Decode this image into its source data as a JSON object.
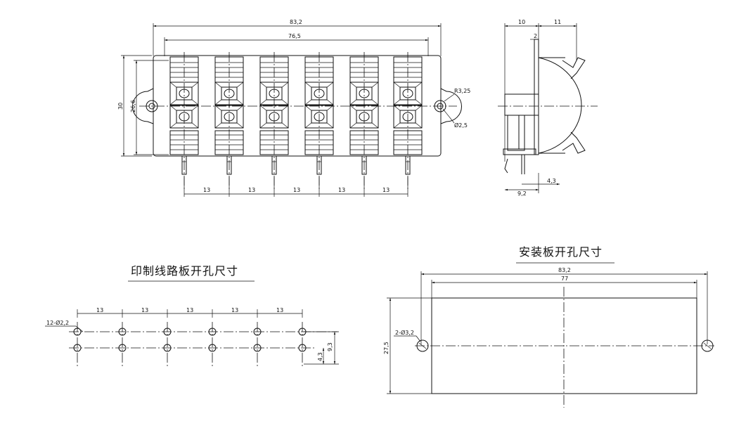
{
  "front_view": {
    "overall_width": "83,2",
    "inner_width": "76,5",
    "height_outer": "30",
    "height_inner": "26,6",
    "pitch_labels": [
      "13",
      "13",
      "13",
      "13",
      "13"
    ],
    "radius_label": "R3,25",
    "hole_label": "Ø2,5"
  },
  "side_view": {
    "top_left": "10",
    "top_right": "11",
    "top_small": "2",
    "bottom_small": "4,3",
    "bottom_width": "9,2"
  },
  "pcb_cutout": {
    "title": "印制线路板开孔尺寸",
    "hole_label": "12-Ø2,2",
    "pitch_labels": [
      "13",
      "13",
      "13",
      "13",
      "13"
    ],
    "row_gap": "4,3",
    "total_height": "9,3"
  },
  "panel_cutout": {
    "title": "安装板开孔尺寸",
    "overall_width": "83,2",
    "inner_width": "77",
    "height": "27,5",
    "hole_label": "2-Ø3,2"
  }
}
